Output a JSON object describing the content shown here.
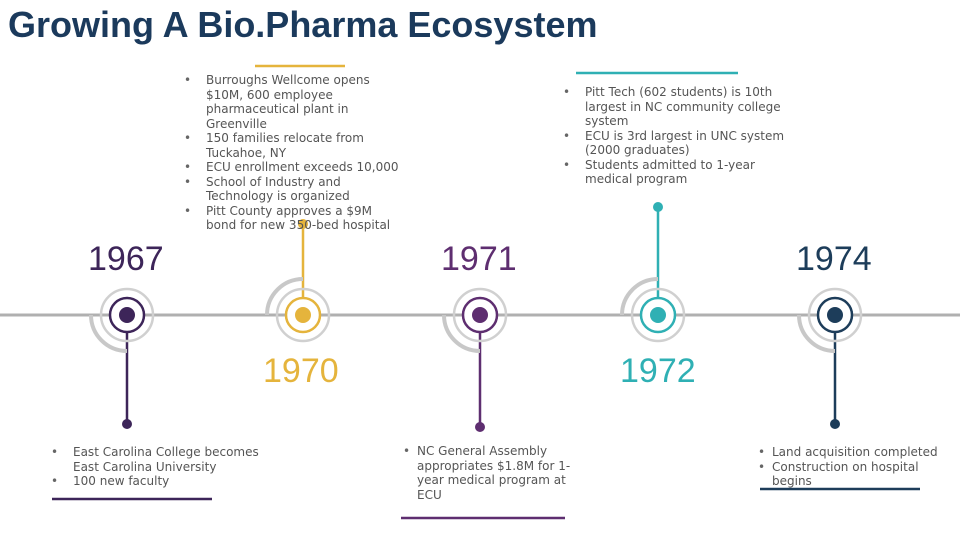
{
  "title": "Growing A Bio.Pharma Ecosystem",
  "colors": {
    "1967": "#3d2559",
    "1970": "#e5b43c",
    "1971": "#5e2e70",
    "1972": "#2fb0b4",
    "1974": "#1d3d5a",
    "axis": "#b0b0b0"
  },
  "events": {
    "y1967": {
      "year": "1967",
      "bullets": [
        "East Carolina College becomes East Carolina University",
        "100 new faculty"
      ]
    },
    "y1970": {
      "year": "1970",
      "bullets": [
        "Burroughs Wellcome opens $10M, 600 employee pharmaceutical plant in Greenville",
        "150 families relocate from Tuckahoe, NY",
        "ECU enrollment exceeds 10,000",
        "School of Industry and Technology is organized",
        "Pitt County approves a $9M bond for new 350-bed hospital"
      ]
    },
    "y1971": {
      "year": "1971",
      "bullets": [
        "NC General Assembly appropriates $1.8M for 1-year medical program at ECU"
      ]
    },
    "y1972": {
      "year": "1972",
      "bullets": [
        "Pitt Tech (602 students) is 10th largest in NC community college system",
        "ECU is 3rd largest in UNC system (2000 graduates)",
        "Students admitted to 1-year medical program"
      ]
    },
    "y1974": {
      "year": "1974",
      "bullets": [
        "Land acquisition completed",
        "Construction on hospital begins"
      ]
    }
  }
}
